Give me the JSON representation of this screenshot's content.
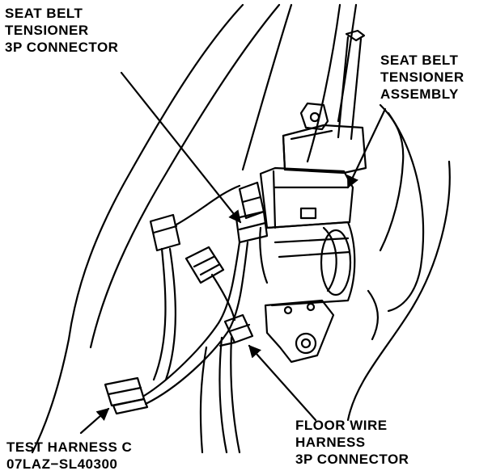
{
  "labels": {
    "tensioner_connector": {
      "line1": "SEAT BELT",
      "line2": "TENSIONER",
      "line3": "3P CONNECTOR"
    },
    "tensioner_assembly": {
      "line1": "SEAT BELT",
      "line2": "TENSIONER",
      "line3": "ASSEMBLY"
    },
    "floor_wire": {
      "line1": "FLOOR WIRE",
      "line2": "HARNESS",
      "line3": "3P CONNECTOR"
    },
    "test_harness": {
      "line1": "TEST HARNESS C",
      "line2": "07LAZ−SL40300"
    }
  },
  "colors": {
    "ink": "#000000",
    "paper": "#ffffff"
  },
  "icons": [
    "leader-arrow-icon"
  ]
}
